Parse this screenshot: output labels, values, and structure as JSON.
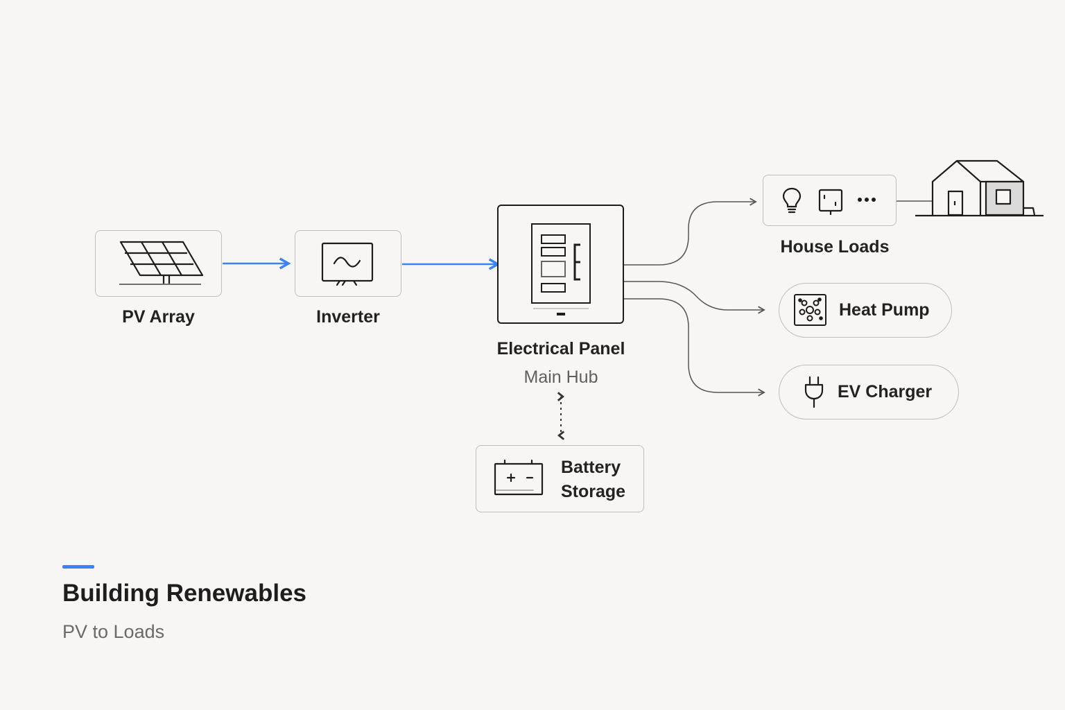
{
  "nodes": {
    "pv_array": {
      "label": "PV Array",
      "icon": "solar-panel-icon"
    },
    "inverter": {
      "label": "Inverter",
      "icon": "inverter-sine-icon"
    },
    "electrical_panel": {
      "label": "Electrical Panel",
      "sublabel": "Main Hub",
      "icon": "breaker-panel-icon"
    },
    "battery_storage": {
      "label_line1": "Battery",
      "label_line2": "Storage",
      "icon": "battery-icon"
    },
    "house_loads": {
      "label": "House Loads",
      "icons": [
        "lightbulb-icon",
        "outlet-icon",
        "more-icon"
      ],
      "house_icon": "house-icon"
    },
    "heat_pump": {
      "label": "Heat Pump",
      "icon": "heat-pump-icon"
    },
    "ev_charger": {
      "label": "EV Charger",
      "icon": "plug-icon"
    }
  },
  "colors": {
    "flow_accent": "#3b82f6",
    "wire": "#555555",
    "border": "#bdbdbd",
    "background": "#f8f6f4"
  },
  "footer": {
    "title": "Building Renewables",
    "subtitle": "PV to Loads"
  }
}
